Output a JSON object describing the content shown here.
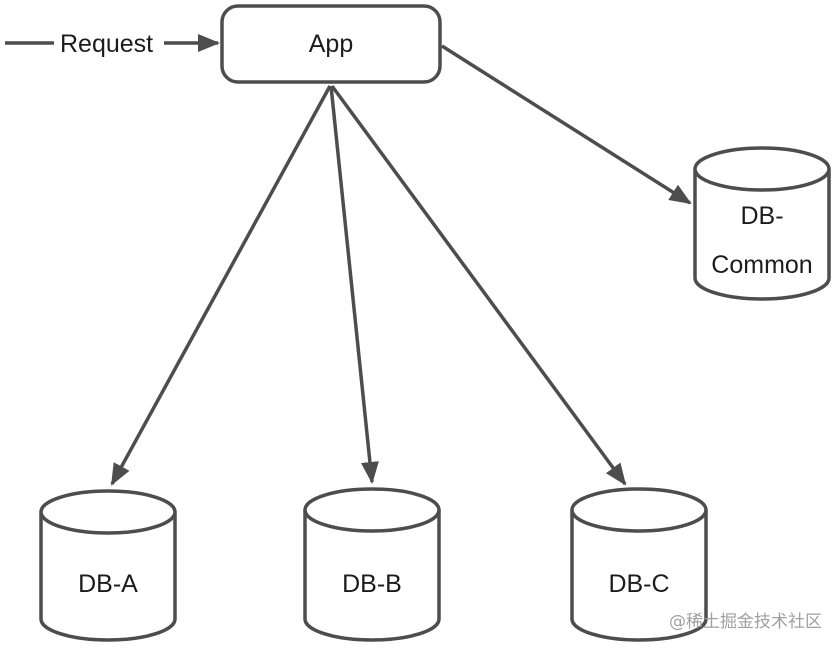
{
  "colors": {
    "stroke": "#4d4d4d",
    "text": "#1c1c1c",
    "background": "#ffffff",
    "watermark": "#a0a0a0"
  },
  "request": {
    "label": "Request"
  },
  "app": {
    "label": "App"
  },
  "databases": {
    "common": {
      "label_line1": "DB-",
      "label_line2": "Common"
    },
    "a": {
      "label": "DB-A"
    },
    "b": {
      "label": "DB-B"
    },
    "c": {
      "label": "DB-C"
    }
  },
  "watermark": {
    "text": "@稀土掘金技术社区"
  }
}
